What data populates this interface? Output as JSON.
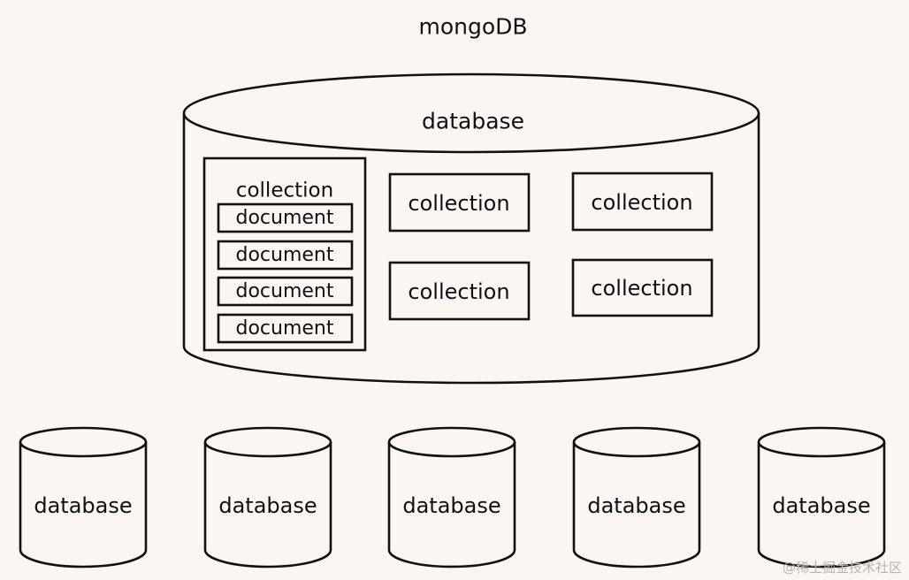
{
  "title": "mongoDB",
  "main_database": {
    "label": "database",
    "expanded_collection": {
      "label": "collection",
      "documents": [
        "document",
        "document",
        "document",
        "document"
      ]
    },
    "collections": [
      "collection",
      "collection",
      "collection",
      "collection"
    ]
  },
  "other_databases": [
    "database",
    "database",
    "database",
    "database",
    "database"
  ],
  "watermark": "@稀土掘金技术社区",
  "colors": {
    "background": "#fcf6f3",
    "stroke": "#111111"
  }
}
